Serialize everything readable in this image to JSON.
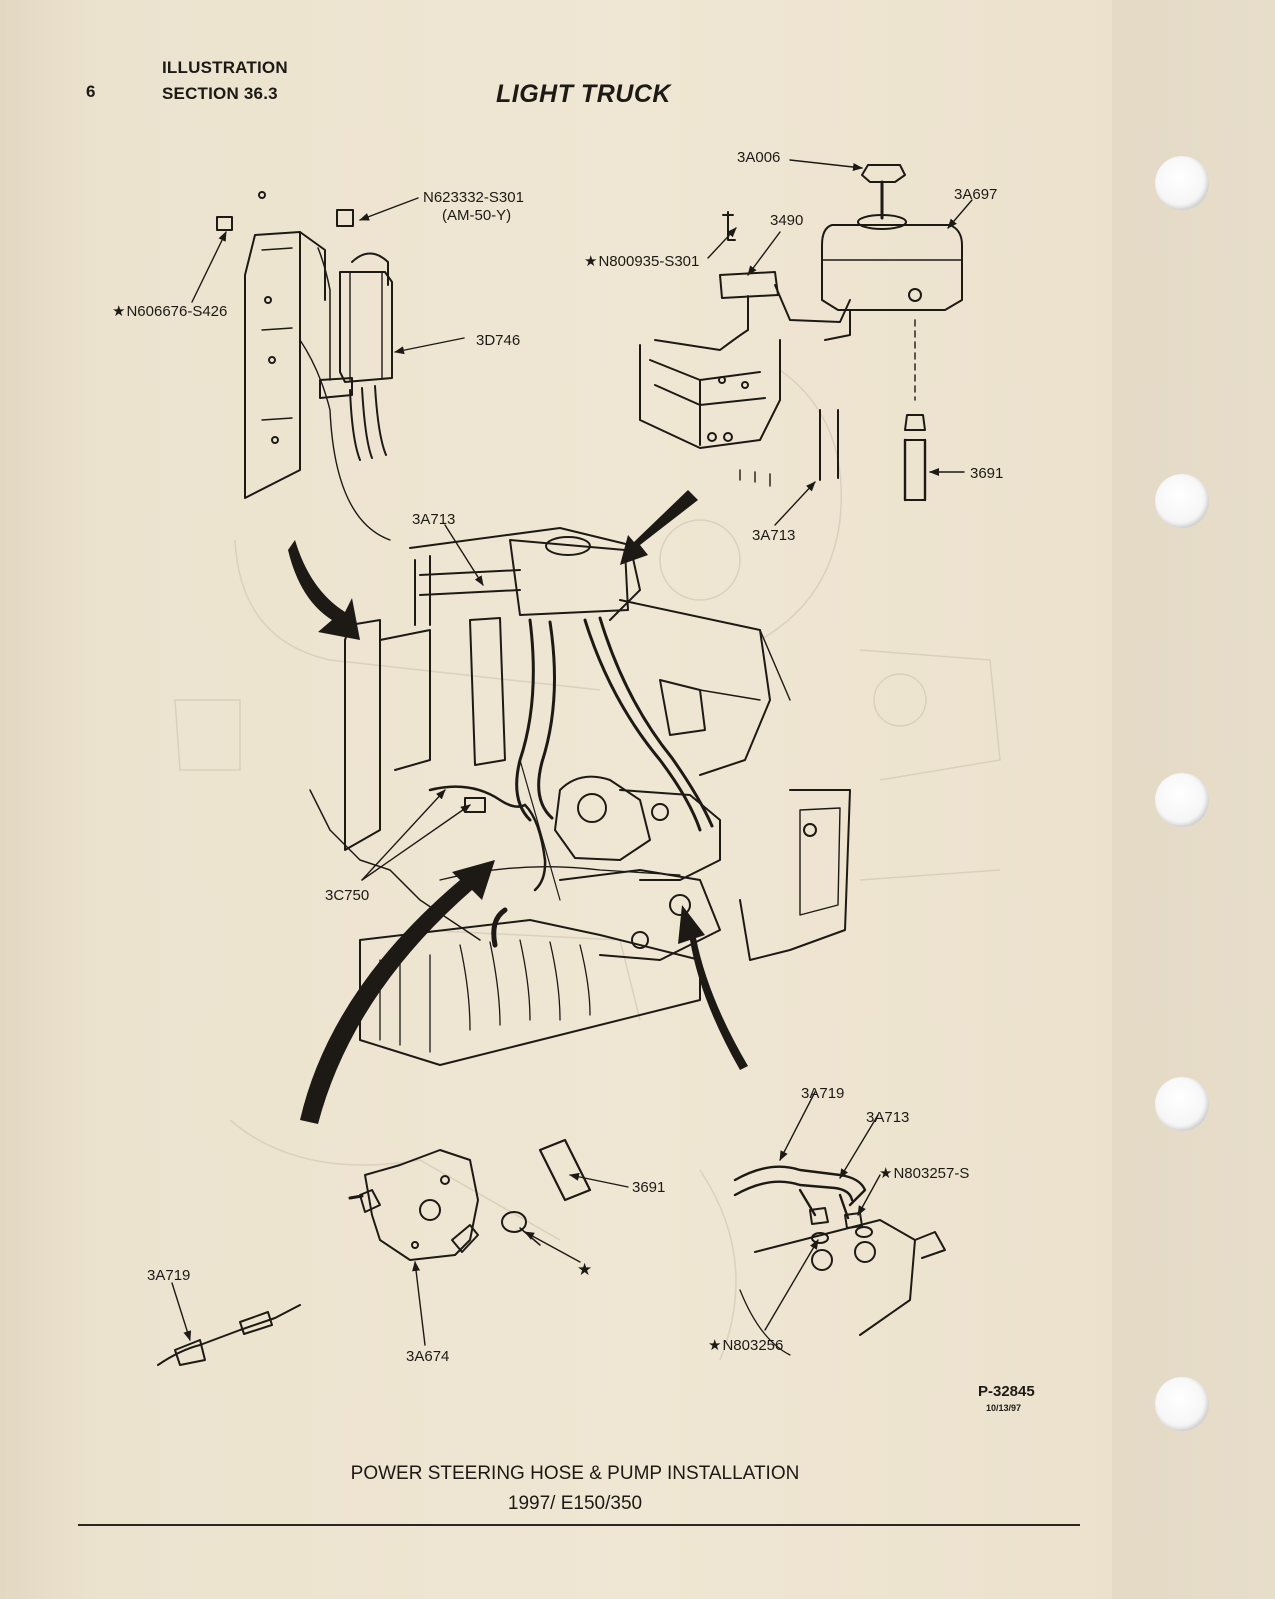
{
  "header": {
    "page_number": "6",
    "section_line1": "ILLUSTRATION",
    "section_line2": "SECTION 36.3",
    "title": "LIGHT TRUCK"
  },
  "labels": {
    "l_3a006": "3A006",
    "l_3a697": "3A697",
    "l_n623332": "N623332-S301",
    "l_am50y": "(AM-50-Y)",
    "l_3490": "3490",
    "l_n800935": "N800935-S301",
    "l_n606676": "N606676-S426",
    "l_3d746": "3D746",
    "l_3691_top": "3691",
    "l_3a713_top": "3A713",
    "l_3a713_mid": "3A713",
    "l_3c750": "3C750",
    "l_3a719_right": "3A719",
    "l_3a713_bottom": "3A713",
    "l_n803257": "N803257-S",
    "l_3691_bottom": "3691",
    "l_3a719_left": "3A719",
    "l_3a674": "3A674",
    "l_n803256": "N803256"
  },
  "footer": {
    "figure_id": "P-32845",
    "figure_date": "10/13/97",
    "caption_line1": "POWER STEERING HOSE & PUMP INSTALLATION",
    "caption_line2": "1997/ E150/350"
  },
  "colors": {
    "paper": "#efe6d3",
    "ink": "#1d1a16",
    "bleed": "#cfc3ad"
  }
}
